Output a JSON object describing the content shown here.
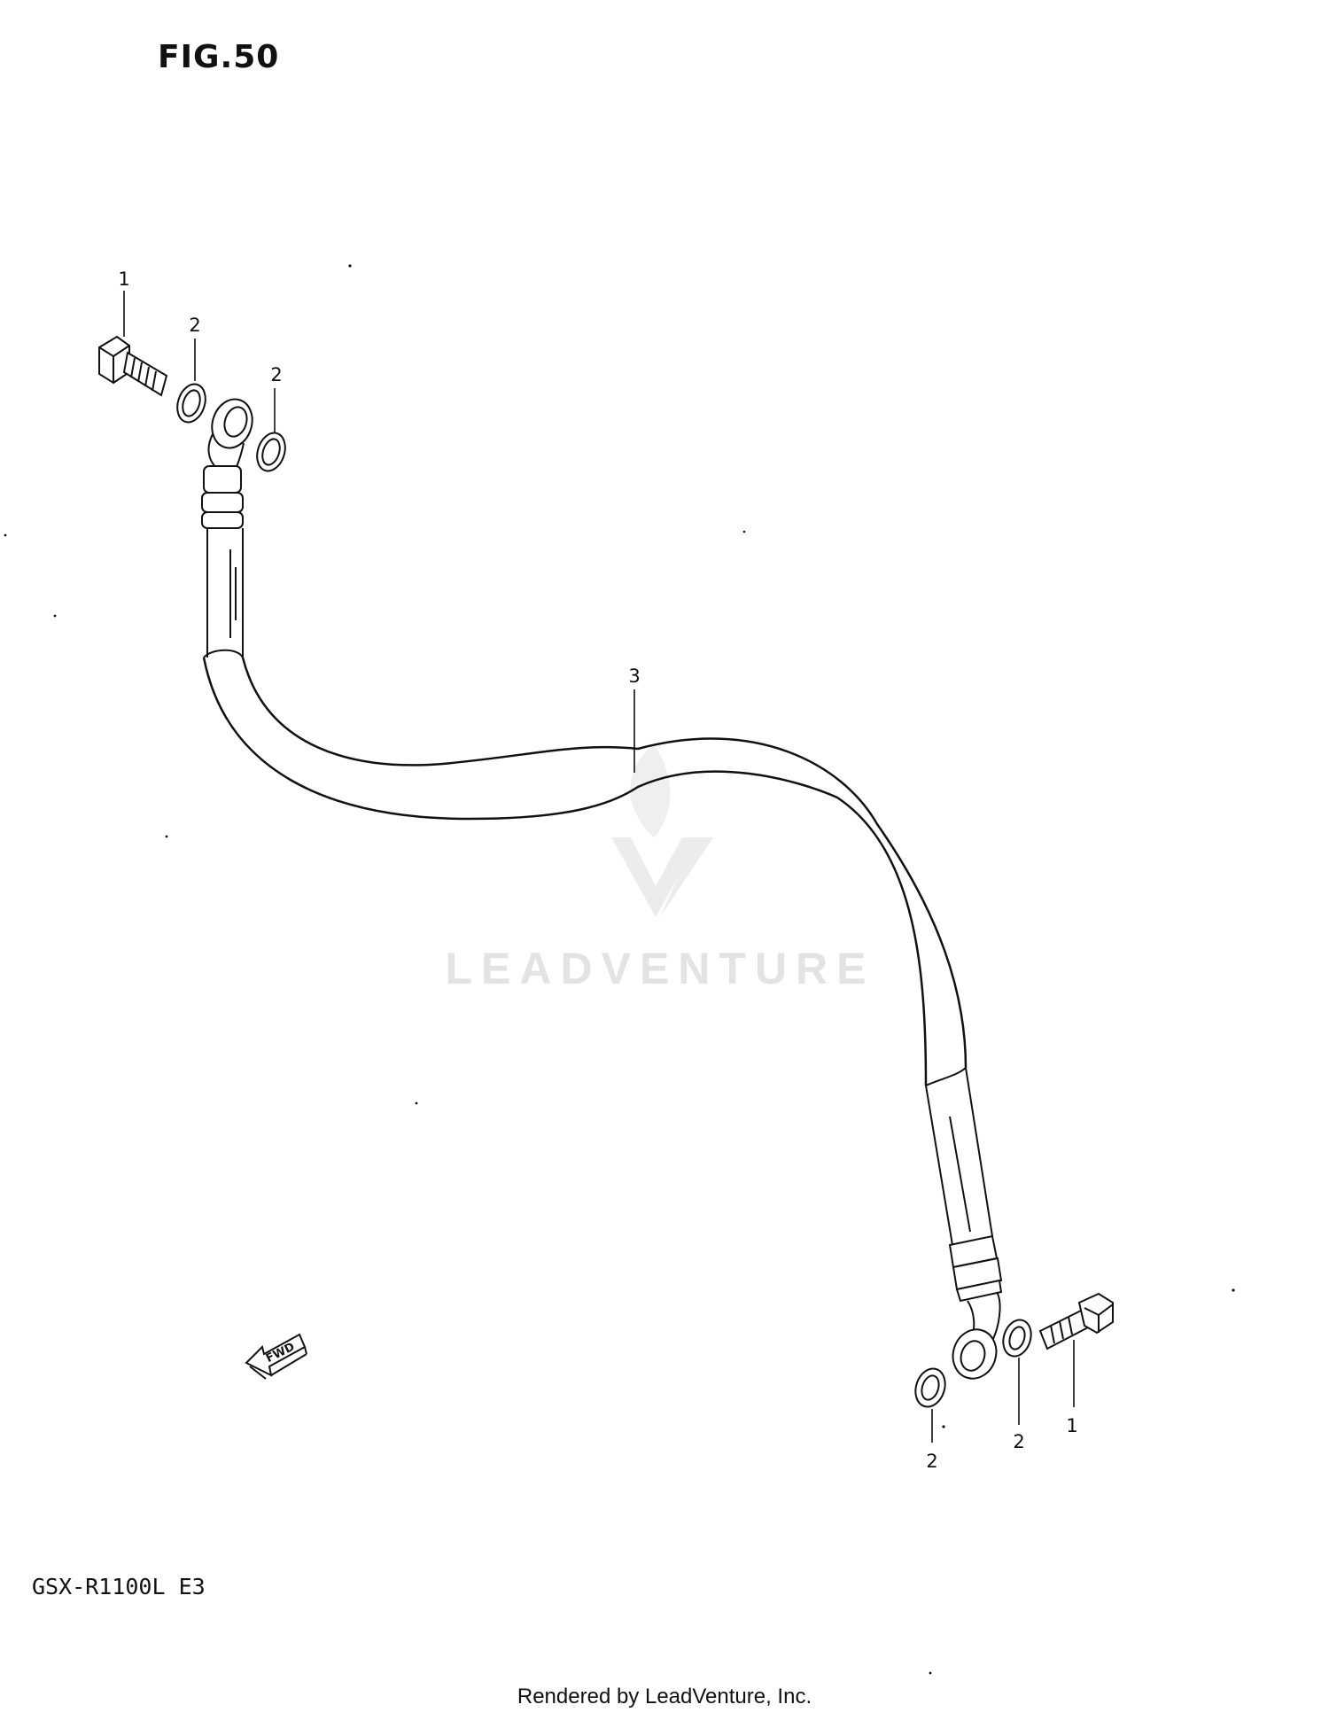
{
  "figure": {
    "title": "FIG.50",
    "model_code": "GSX-R1100L E3",
    "footer": "Rendered by LeadVenture, Inc."
  },
  "watermark": {
    "text": "LEADVENTURE",
    "color": "#e3e3e3"
  },
  "callouts": [
    {
      "id": "c1-top",
      "label": "1"
    },
    {
      "id": "c2-top-a",
      "label": "2"
    },
    {
      "id": "c2-top-b",
      "label": "2"
    },
    {
      "id": "c3",
      "label": "3"
    },
    {
      "id": "c2-bottom-a",
      "label": "2"
    },
    {
      "id": "c2-bottom-b",
      "label": "2"
    },
    {
      "id": "c1-bottom",
      "label": "1"
    }
  ],
  "fwd_arrow": {
    "label": "FWD"
  },
  "colors": {
    "line": "#111111",
    "background": "#ffffff"
  }
}
